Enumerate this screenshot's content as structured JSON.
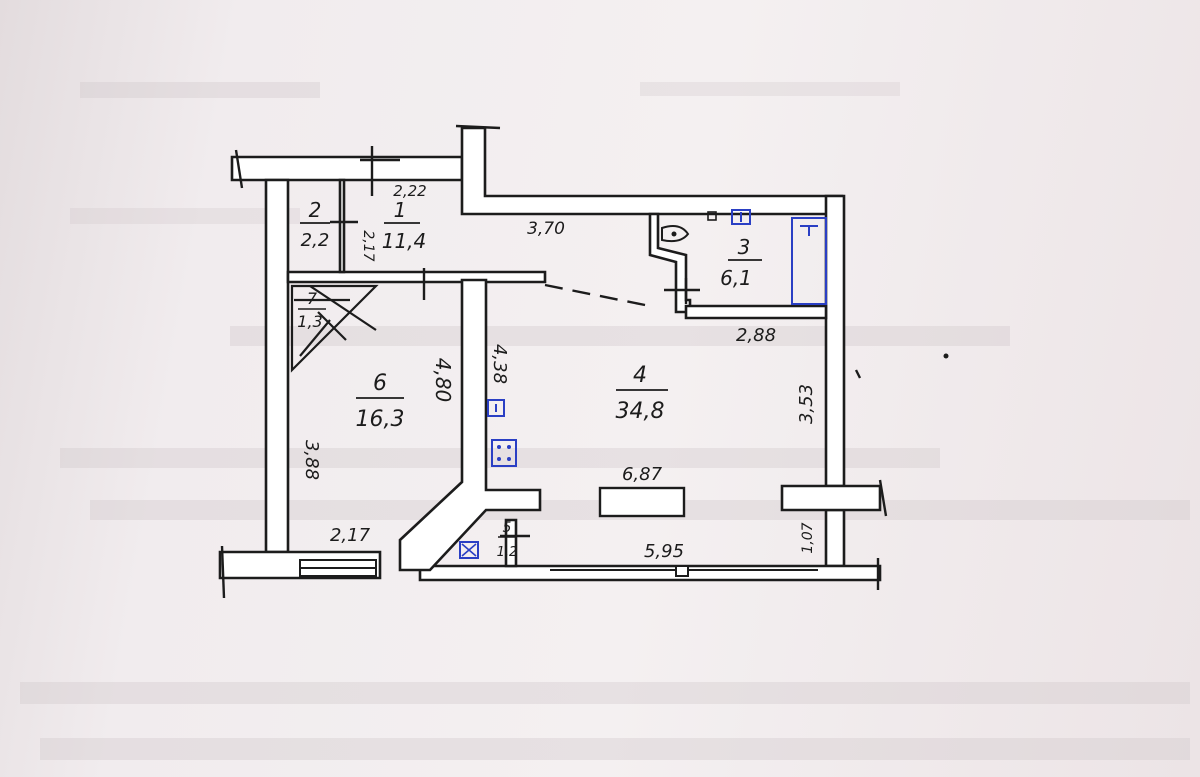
{
  "plan": {
    "rooms": [
      {
        "id": "1",
        "number": "1",
        "area": "11,4"
      },
      {
        "id": "2",
        "number": "2",
        "area": "2,2"
      },
      {
        "id": "3",
        "number": "3",
        "area": "6,1"
      },
      {
        "id": "4",
        "number": "4",
        "area": "34,8"
      },
      {
        "id": "5",
        "number": "5",
        "area": "1,2"
      },
      {
        "id": "6",
        "number": "6",
        "area": "16,3"
      },
      {
        "id": "7",
        "number": "7",
        "area": "1,3"
      }
    ],
    "dimensions": {
      "d_2_22": "2,22",
      "d_2_17": "2,17",
      "d_3_70": "3,70",
      "d_2_88": "2,88",
      "d_4_38": "4,38",
      "d_4_80": "4,80",
      "d_3_88": "3,88",
      "d_3_53": "3,53",
      "d_6_87": "6,87",
      "d_2_17_bottom": "2,17",
      "d_5_95": "5,95",
      "d_1_07": "1,07"
    },
    "colors": {
      "ink": "#1c1c1c",
      "wall_fill": "#ffffff",
      "blue_ink": "#2a3fc4",
      "paper": "#f1ecee"
    },
    "icons": [
      "toilet-icon",
      "bathtub-icon",
      "sink-icon",
      "stove-icon",
      "electrical-panel-icon"
    ]
  }
}
